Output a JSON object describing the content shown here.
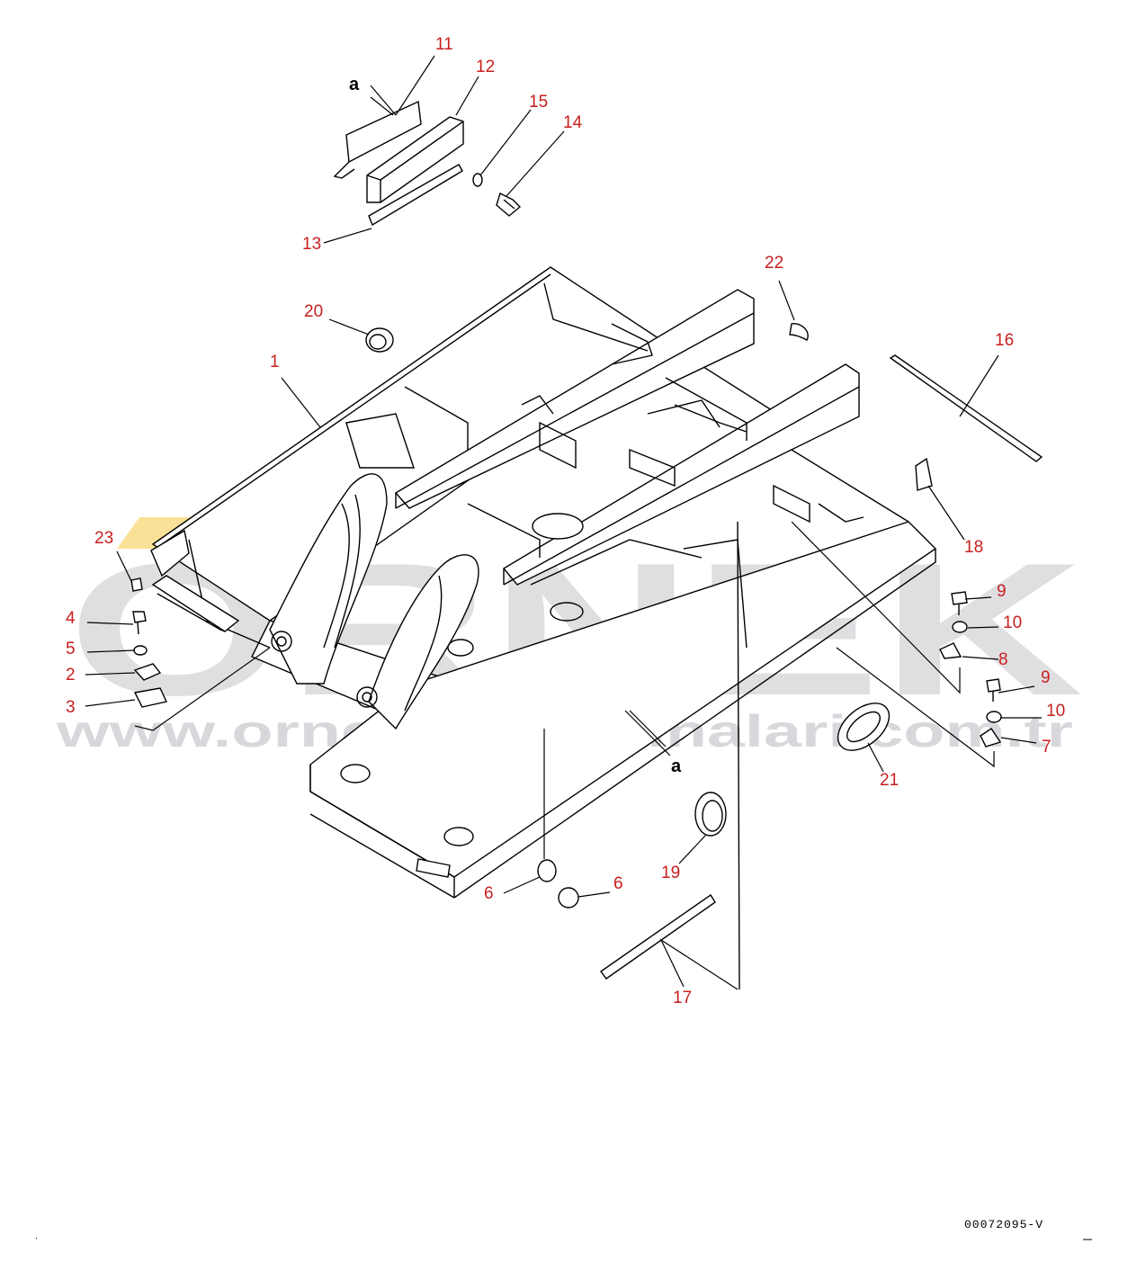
{
  "watermark": {
    "brand": "ORNEK",
    "url": "www.orneksismakinalari.com.tr",
    "color": "#d2d2d6",
    "accent": "#f5c842"
  },
  "colors": {
    "callout": "#c81e1e",
    "line": "#000000"
  },
  "callouts": [
    "1",
    "2",
    "3",
    "4",
    "5",
    "6",
    "6",
    "7",
    "8",
    "9",
    "9",
    "10",
    "10",
    "11",
    "12",
    "13",
    "14",
    "15",
    "16",
    "17",
    "18",
    "19",
    "20",
    "21",
    "22",
    "23"
  ],
  "refs": [
    "a",
    "a"
  ],
  "doc_id": "00072095-V"
}
